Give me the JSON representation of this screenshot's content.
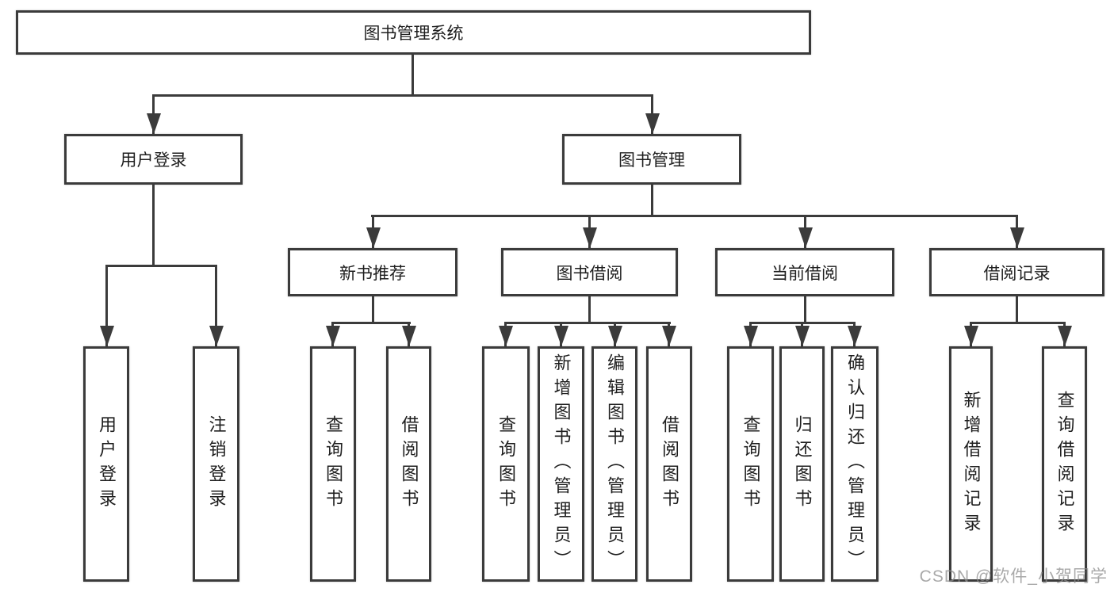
{
  "tree": {
    "root": {
      "label": "图书管理系统"
    },
    "branches": [
      {
        "label": "用户登录",
        "children": [
          {
            "label": "用户登录"
          },
          {
            "label": "注销登录"
          }
        ]
      },
      {
        "label": "图书管理",
        "children": [
          {
            "label": "新书推荐",
            "children": [
              {
                "label": "查询图书"
              },
              {
                "label": "借阅图书"
              }
            ]
          },
          {
            "label": "图书借阅",
            "children": [
              {
                "label": "查询图书"
              },
              {
                "label": "新增图书（管理员）"
              },
              {
                "label": "编辑图书（管理员）"
              },
              {
                "label": "借阅图书"
              }
            ]
          },
          {
            "label": "当前借阅",
            "children": [
              {
                "label": "查询图书"
              },
              {
                "label": "归还图书"
              },
              {
                "label": "确认归还（管理员）"
              }
            ]
          },
          {
            "label": "借阅记录",
            "children": [
              {
                "label": "新增借阅记录"
              },
              {
                "label": "查询借阅记录"
              }
            ]
          }
        ]
      }
    ]
  },
  "watermark": "CSDN @软件_小贺同学",
  "colors": {
    "line": "#3b3b3b",
    "background": "#ffffff",
    "watermark": "#8c8c8c"
  }
}
